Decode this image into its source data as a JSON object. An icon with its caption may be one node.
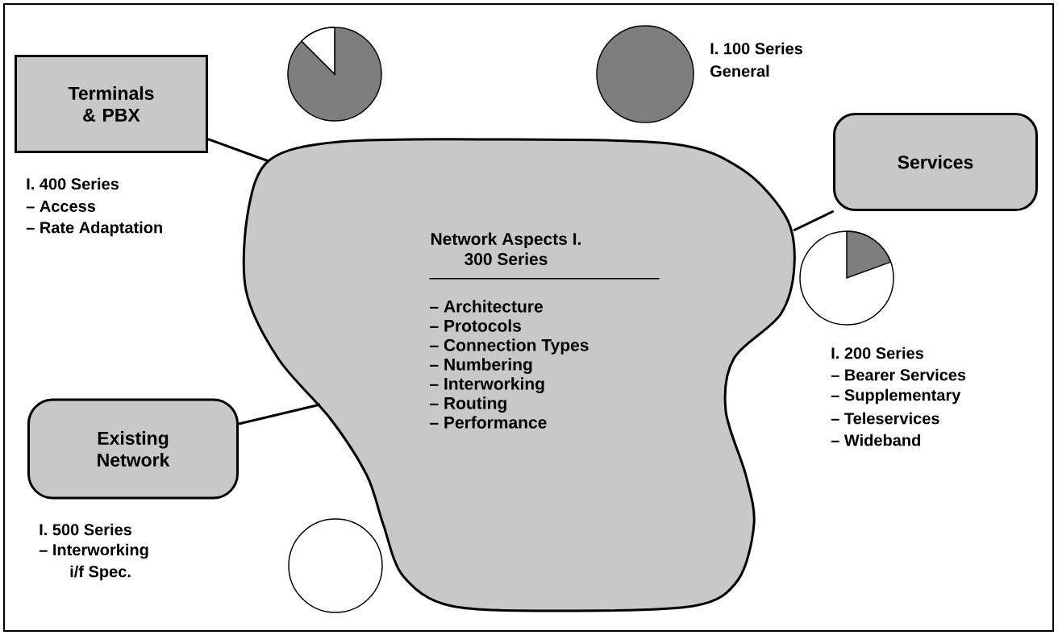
{
  "diagram": {
    "nodes": [
      {
        "text": [
          "Network Aspects I. 300 Series",
          "– Architecture",
          "– Protocols",
          "– Connection Types",
          "– Numbering",
          "– Interworking",
          "– Routing",
          "– Performance"
        ]
      },
      {
        "text": [
          "Terminals & PBX"
        ]
      },
      {
        "text": [
          "Services"
        ]
      },
      {
        "text": [
          "Existing Network"
        ]
      }
    ],
    "edges": [
      {
        "from": 1,
        "to": 0,
        "arrow": "none"
      },
      {
        "from": 2,
        "to": 0,
        "arrow": "none"
      },
      {
        "from": 3,
        "to": 0,
        "arrow": "none"
      }
    ],
    "labels": [
      "I. 100 Series",
      "General",
      "I. 400 Series",
      "– Access",
      "– Rate Adaptation",
      "I. 200 Series",
      "– Bearer Services",
      "– Supplementary",
      "– Teleservices",
      "– Wideband",
      "I. 500 Series",
      "– Interworking",
      "i/f Spec."
    ]
  }
}
